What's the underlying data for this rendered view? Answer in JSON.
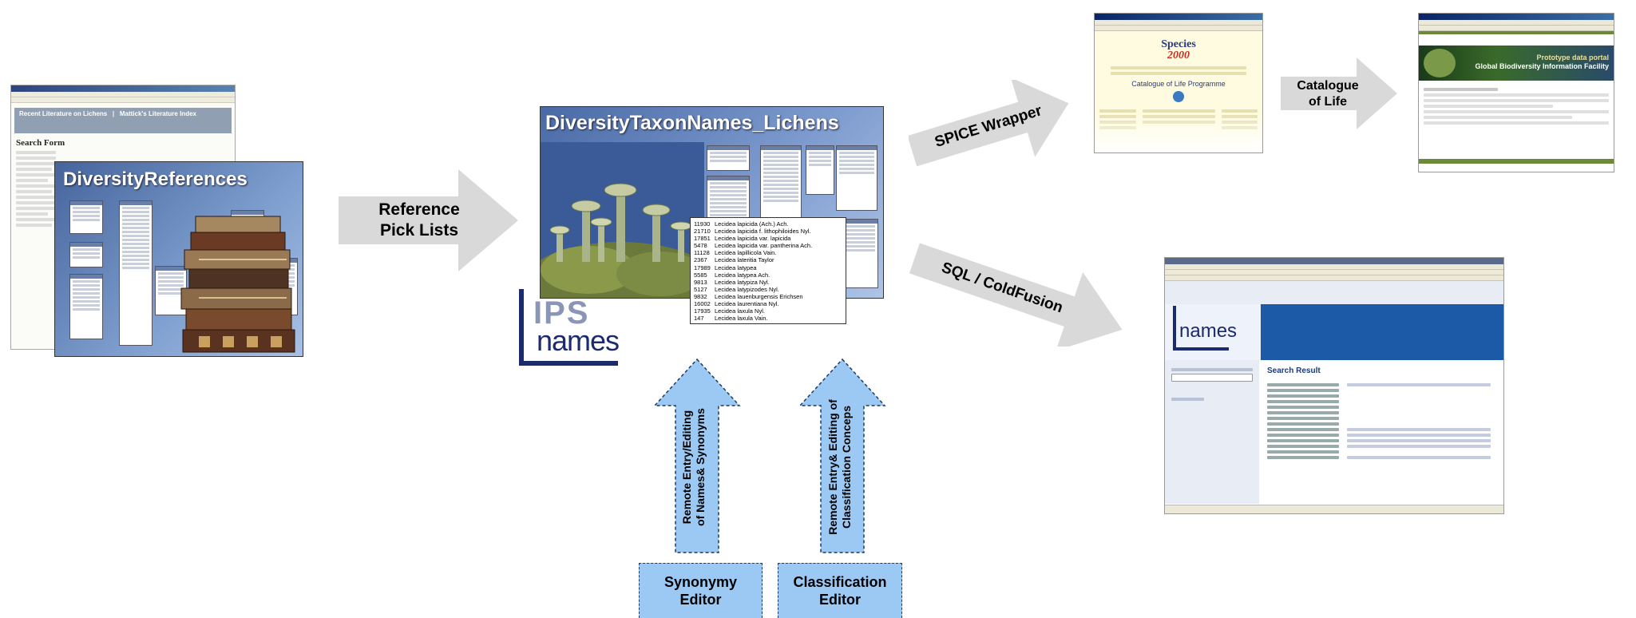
{
  "diversity_references": {
    "title": "DiversityReferences"
  },
  "literature_window": {
    "banner_left": "Recent Literature on Lichens",
    "banner_right": "Mattick's Literature Index",
    "heading": "Search Form"
  },
  "arrow_reference": {
    "line1": "Reference",
    "line2": "Pick Lists"
  },
  "taxon_names": {
    "title": "DiversityTaxonNames_Lichens",
    "names_list": [
      {
        "id": "11930",
        "name": "Lecidea lapicida (Ach.) Ach."
      },
      {
        "id": "21710",
        "name": "Lecidea lapicida f. lithophiloides Nyl."
      },
      {
        "id": "17851",
        "name": "Lecidea lapicida var. lapicida"
      },
      {
        "id": "5478",
        "name": "Lecidea lapicida var. pantherina Ach."
      },
      {
        "id": "11128",
        "name": "Lecidea lapillicola Vain."
      },
      {
        "id": "2367",
        "name": "Lecidea lateritia Taylor"
      },
      {
        "id": "17989",
        "name": "Lecidea latypea"
      },
      {
        "id": "5585",
        "name": "Lecidea latypea Ach."
      },
      {
        "id": "9813",
        "name": "Lecidea latypiza Nyl."
      },
      {
        "id": "5127",
        "name": "Lecidea latypizodes Nyl."
      },
      {
        "id": "9832",
        "name": "Lecidea lauenburgensis Erichsen"
      },
      {
        "id": "16002",
        "name": "Lecidea laurentiana Nyl."
      },
      {
        "id": "17935",
        "name": "Lecidea laxula Nyl."
      },
      {
        "id": "147",
        "name": "Lecidea laxula Vain."
      }
    ]
  },
  "logo": {
    "text": "names"
  },
  "arrow_spice": {
    "label": "SPICE Wrapper"
  },
  "arrow_sql": {
    "label": "SQL / ColdFusion"
  },
  "arrow_catalogue": {
    "line1": "Catalogue",
    "line2": "of Life"
  },
  "species2000": {
    "brand_line1": "Species",
    "brand_line2": "2000",
    "subtitle": "Catalogue of Life Programme"
  },
  "gbif": {
    "line1": "Prototype data portal",
    "line2": "Global Biodiversity Information Facility"
  },
  "names_portal": {
    "section": "Search Result",
    "logo": "names"
  },
  "up_arrows": {
    "synonyms": {
      "line1": "Remote Entry/Editing",
      "line2": "of Names& Synonyms"
    },
    "classification": {
      "line1": "Remote Entry& Editing of",
      "line2": "Classification Conceps"
    }
  },
  "editors": {
    "synonymy": {
      "line1": "Synonymy",
      "line2": "Editor"
    },
    "classification": {
      "line1": "Classification",
      "line2": "Editor"
    }
  },
  "colors": {
    "arrow_gray": "#d9d9d9",
    "editor_blue": "#9cc9f4",
    "panel_blue": "#5c7cb8"
  }
}
